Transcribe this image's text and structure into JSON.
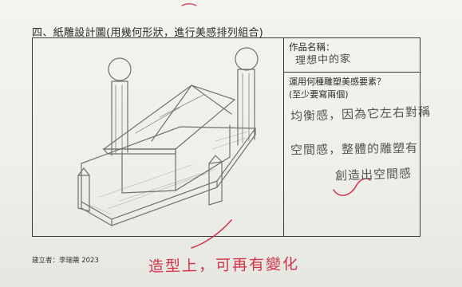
{
  "section_title": "四、紙雕設計圖(用幾何形狀，進行美感排列組合)",
  "work_name_label": "作品名稱：",
  "work_name_value": "理想中的家",
  "question_label": "運用何種雕塑美感要素？",
  "question_sub": "(至少要寫兩個)",
  "answer_lines": [
    "均衡感，因為它左右對稱",
    "空間感，整體的雕塑有",
    "創造出空間感"
  ],
  "creator_text": "建立者：李瑞薷 2023",
  "teacher_comment": "造型上，可再有變化",
  "colors": {
    "ink": "#3a3a3a",
    "pencil": "#555555",
    "red_pen": "#d2334a"
  }
}
